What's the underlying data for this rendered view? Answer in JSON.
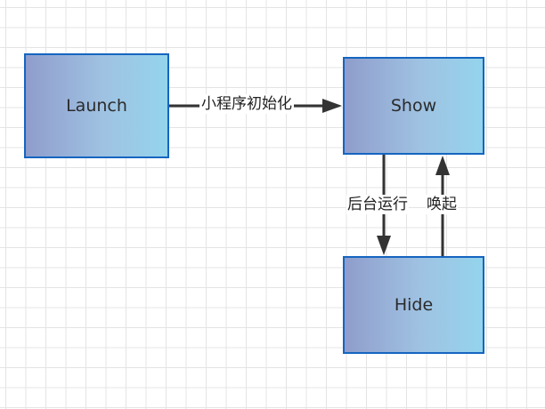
{
  "nodes": {
    "launch": "Launch",
    "show": "Show",
    "hide": "Hide"
  },
  "edges": {
    "launch_to_show": "小程序初始化",
    "show_to_hide": "后台运行",
    "hide_to_show": "唤起"
  },
  "colors": {
    "node_border": "#1565c0",
    "gradient_left": "#8f9dcc",
    "gradient_right": "#94d4ec",
    "edge": "#333333",
    "grid": "#e4e4e4"
  }
}
